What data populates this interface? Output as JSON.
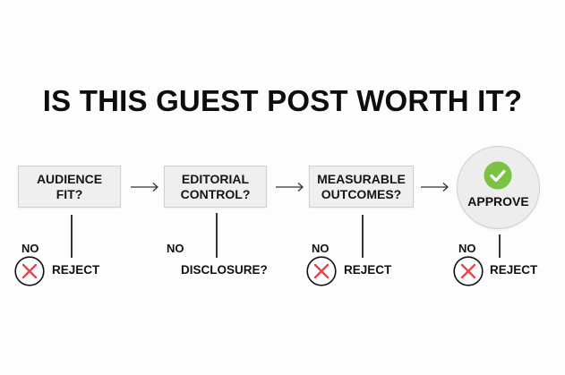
{
  "title": "IS THIS GUEST POST WORTH IT?",
  "colors": {
    "box_fill": "#efefef",
    "box_border": "#cfcfcf",
    "check_green": "#7cc242",
    "reject_red": "#e8464f",
    "text": "#111111"
  },
  "steps": [
    {
      "line1": "AUDIENCE",
      "line2": "FIT?",
      "no_label": "NO",
      "outcome": "REJECT",
      "outcome_icon": "x-circle-icon"
    },
    {
      "line1": "EDITORIAL",
      "line2": "CONTROL?",
      "no_label": "NO",
      "outcome": "DISCLOSURE?",
      "outcome_icon": null
    },
    {
      "line1": "MEASURABLE",
      "line2": "OUTCOMES?",
      "no_label": "NO",
      "outcome": "REJECT",
      "outcome_icon": "x-circle-icon"
    }
  ],
  "final": {
    "label": "APPROVE",
    "icon": "check-circle-icon",
    "no_label": "NO",
    "outcome": "REJECT",
    "outcome_icon": "x-circle-icon"
  }
}
